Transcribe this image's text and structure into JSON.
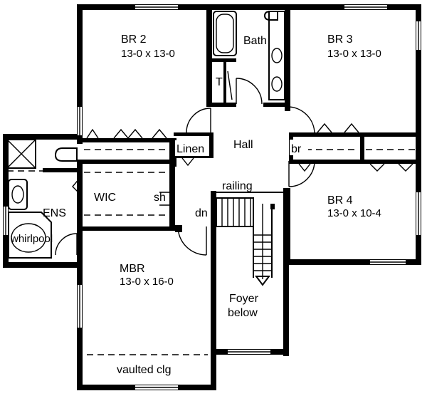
{
  "rooms": {
    "br2": {
      "name": "BR 2",
      "size": "13-0 x 13-0"
    },
    "br3": {
      "name": "BR 3",
      "size": "13-0 x 13-0"
    },
    "br4": {
      "name": "BR 4",
      "size": "13-0 x 10-4"
    },
    "mbr": {
      "name": "MBR",
      "size": "13-0 x 16-0"
    },
    "bath": {
      "name": "Bath"
    },
    "hall": {
      "name": "Hall"
    },
    "linen": {
      "name": "Linen"
    },
    "wic": {
      "name": "WIC"
    },
    "ens": {
      "name": "ENS"
    },
    "foyer": {
      "line1": "Foyer",
      "line2": "below"
    }
  },
  "labels": {
    "railing": "railing",
    "dn": "dn",
    "whirlpool": "whirlpool",
    "toilet": "T",
    "shelf": "sh",
    "br_closet": "br",
    "vaulted": "vaulted clg"
  }
}
